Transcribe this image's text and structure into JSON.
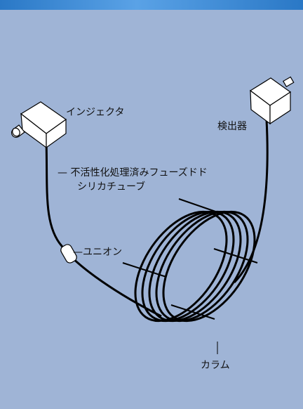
{
  "labels": {
    "injector": "インジェクタ",
    "detector": "検出器",
    "fused_silica_line1": "— 不活性化処理済みフューズドド",
    "fused_silica_line2": "シリカチューブ",
    "union": "—ユニオン",
    "column": "カラム"
  },
  "colors": {
    "background": "#9fb4d6",
    "header": "#2a78c6",
    "stroke": "#000000",
    "fill": "#ffffff"
  }
}
